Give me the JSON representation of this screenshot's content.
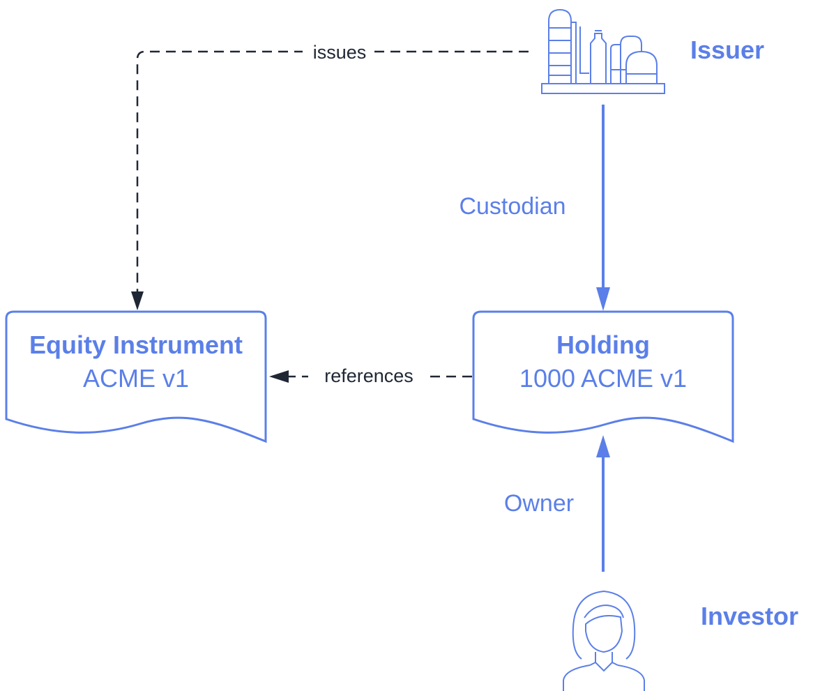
{
  "colors": {
    "accent": "#5b7fe8",
    "dark": "#1f2735",
    "background": "#ffffff"
  },
  "nodes": {
    "equity_instrument": {
      "title": "Equity Instrument",
      "subtitle": "ACME v1"
    },
    "holding": {
      "title": "Holding",
      "subtitle": "1000 ACME v1"
    }
  },
  "actors": {
    "issuer": {
      "label": "Issuer",
      "icon": "factory-icon"
    },
    "investor": {
      "label": "Investor",
      "icon": "person-icon"
    }
  },
  "edges": {
    "issues": {
      "label": "issues",
      "style": "dashed"
    },
    "references": {
      "label": "references",
      "style": "dashed"
    },
    "custodian": {
      "label": "Custodian",
      "style": "solid"
    },
    "owner": {
      "label": "Owner",
      "style": "solid"
    }
  }
}
